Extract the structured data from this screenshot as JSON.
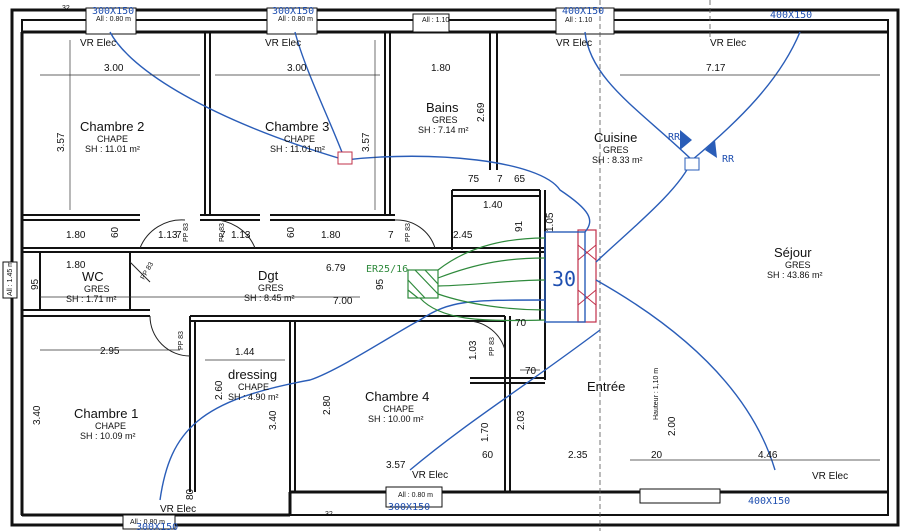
{
  "rooms": {
    "chambre2": {
      "name": "Chambre 2",
      "floor": "CHAPE",
      "area": "SH : 11.01 m²"
    },
    "chambre3": {
      "name": "Chambre 3",
      "floor": "CHAPE",
      "area": "SH : 11.01 m²"
    },
    "bains": {
      "name": "Bains",
      "floor": "GRES",
      "area": "SH : 7.14 m²"
    },
    "cuisine": {
      "name": "Cuisine",
      "floor": "GRES",
      "area": "SH : 8.33 m²"
    },
    "sejour": {
      "name": "Séjour",
      "floor": "GRES",
      "area": "SH : 43.86 m²"
    },
    "wc": {
      "name": "WC",
      "floor": "GRES",
      "area": "SH : 1.71 m²"
    },
    "dgt": {
      "name": "Dgt",
      "floor": "GRES",
      "area": "SH : 8.45 m²"
    },
    "dressing": {
      "name": "dressing",
      "floor": "CHAPE",
      "area": "SH : 4.90 m²"
    },
    "chambre1": {
      "name": "Chambre 1",
      "floor": "CHAPE",
      "area": "SH : 10.09 m²"
    },
    "chambre4": {
      "name": "Chambre 4",
      "floor": "CHAPE",
      "area": "SH : 10.00 m²"
    },
    "entree": {
      "name": "Entrée"
    }
  },
  "dims": {
    "d300a": "3.00",
    "d300b": "3.00",
    "d180top": "1.80",
    "d717": "7.17",
    "d357a": "3.57",
    "d357b": "3.57",
    "d269": "2.69",
    "d75": "75",
    "d7": "7",
    "d65": "65",
    "d140": "1.40",
    "d91": "91",
    "d105": "1.05",
    "d245": "2.45",
    "d180a": "1.80",
    "d60a": "60",
    "d113a": "1.13",
    "d113b": "1.13",
    "d60b": "60",
    "d180b": "1.80",
    "d7a": "7",
    "d7b": "7",
    "d7c": "7",
    "d180c": "1.80",
    "d95a": "95",
    "d679": "6.79",
    "d95b": "95",
    "d700": "7.00",
    "d295": "2.95",
    "d144": "1.44",
    "d103": "1.03",
    "d70a": "70",
    "d70b": "70",
    "d340a": "3.40",
    "d260": "2.60",
    "d340b": "3.40",
    "d280": "2.80",
    "d170": "1.70",
    "d203": "2.03",
    "d357c": "3.57",
    "d60c": "60",
    "d235": "2.35",
    "d20": "20",
    "d200": "2.00",
    "d446": "4.46",
    "d80": "80",
    "d32a": "32",
    "d32b": "32"
  },
  "doors": {
    "pp83": "PP 83"
  },
  "windows": {
    "w1": "All : 0.80 m",
    "w2": "All : 0.80 m",
    "w3": "All : 1.10",
    "w4": "All : 1.10",
    "w5": "All : 0.80 m",
    "w6": "All : 0.80 m",
    "side": "All : 1.45 m"
  },
  "vr": {
    "label": "VR Elec"
  },
  "hauteur": "Hauteur : 1,10 m",
  "handwritten": {
    "v300a": "300X150",
    "v300b": "300X150",
    "v400a": "400X150",
    "v400b": "400X150",
    "v300c": "300X150",
    "v400c": "400X150",
    "v300d": "300X150",
    "rr1": "RR",
    "rr2": "RR",
    "unit": "30",
    "er": "ER25/16"
  },
  "colors": {
    "wall": "#111111",
    "duct": "#2a5db8",
    "green": "#2f8a3c",
    "fan": "#c0304a"
  }
}
